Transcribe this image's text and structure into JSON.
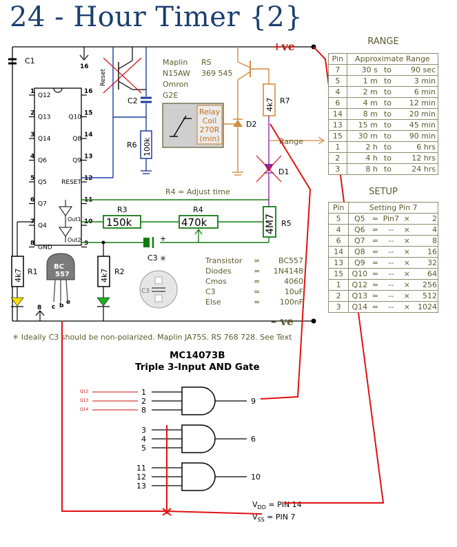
{
  "title": "24 - Hour Timer {2}",
  "power": {
    "pos": "+ve",
    "neg": "– ve"
  },
  "ic_pins": {
    "left": [
      {
        "num": "1",
        "label": "Q12"
      },
      {
        "num": "2",
        "label": "Q13"
      },
      {
        "num": "3",
        "label": "Q14"
      },
      {
        "num": "4",
        "label": "Q6"
      },
      {
        "num": "5",
        "label": "Q5"
      },
      {
        "num": "6",
        "label": "Q7"
      },
      {
        "num": "7",
        "label": "Q4"
      },
      {
        "num": "8",
        "label": "GND"
      }
    ],
    "right": [
      {
        "num": "16",
        "label": ""
      },
      {
        "num": "15",
        "label": "Q10"
      },
      {
        "num": "14",
        "label": "Q8"
      },
      {
        "num": "13",
        "label": "Q9"
      },
      {
        "num": "12",
        "label": "RESET"
      },
      {
        "num": "11",
        "label": ""
      },
      {
        "num": "10",
        "label": ""
      },
      {
        "num": "9",
        "label": ""
      }
    ]
  },
  "components": {
    "c1": "C1",
    "c2": "C2",
    "c3": "C3",
    "c3_mark": "✳",
    "r1": "R1",
    "r1_val": "4k7",
    "r2": "R2",
    "r2_val": "4k7",
    "r3": "R3",
    "r3_val": "150k",
    "r4": "R4",
    "r4_val": "470k",
    "r5": "R5",
    "r5_val": "4M7",
    "r6": "R6",
    "r6_val": "100k",
    "r7": "R7",
    "r7_val": "4k7",
    "d1": "D1",
    "d2": "D2",
    "reset": "Reset",
    "pin16": "16",
    "pin8": "8",
    "out1": "Out1",
    "out2": "Out2",
    "transistor_marking": "BC\n557",
    "tr_pins": [
      "c",
      "b",
      "e"
    ],
    "r4_note": "R4 = Adjust time",
    "range_arrow_label": "Range",
    "relay_text": [
      "Relay",
      "Coil",
      "270R",
      "(min)"
    ],
    "relay_info": [
      {
        "a": "Maplin",
        "b": "RS"
      },
      {
        "a": "N15AW",
        "b": "369 545"
      },
      {
        "a": "Omron",
        "b": ""
      },
      {
        "a": "G2E",
        "b": ""
      }
    ]
  },
  "parts_list": [
    {
      "name": "Transistor",
      "value": "BC557"
    },
    {
      "name": "Diodes",
      "value": "1N4148"
    },
    {
      "name": "Cmos",
      "value": "4060"
    },
    {
      "name": "C3",
      "value": "10uF"
    },
    {
      "name": "Else",
      "value": "100nF"
    }
  ],
  "footnote": "✳  Ideally C3 should be non-polarized. Maplin JA75S. RS 768 728. See Text",
  "range_table": {
    "caption": "RANGE",
    "headers": [
      "Pin",
      "Approximate Range"
    ],
    "rows": [
      [
        "7",
        "30 s",
        "to",
        "90 sec"
      ],
      [
        "5",
        "1 m",
        "to",
        "3 min"
      ],
      [
        "4",
        "2 m",
        "to",
        "6 min"
      ],
      [
        "6",
        "4 m",
        "to",
        "12 min"
      ],
      [
        "14",
        "8 m",
        "to",
        "20 min"
      ],
      [
        "13",
        "15 m",
        "to",
        "45 min"
      ],
      [
        "15",
        "30 m",
        "to",
        "90 min"
      ],
      [
        "1",
        "2 h",
        "to",
        "6 hrs"
      ],
      [
        "2",
        "4 h",
        "to",
        "12 hrs"
      ],
      [
        "3",
        "8 h",
        "to",
        "24 hrs"
      ]
    ]
  },
  "setup_table": {
    "caption": "SETUP",
    "headers": [
      "Pin",
      "Setting Pin 7"
    ],
    "rows": [
      [
        "5",
        "Q5",
        "=",
        "Pin7",
        "×",
        "2"
      ],
      [
        "4",
        "Q6",
        "=",
        "--",
        "×",
        "4"
      ],
      [
        "6",
        "Q7",
        "=",
        "--",
        "×",
        "8"
      ],
      [
        "14",
        "Q8",
        "=",
        "--",
        "×",
        "16"
      ],
      [
        "13",
        "Q9",
        "=",
        "--",
        "×",
        "32"
      ],
      [
        "15",
        "Q10",
        "=",
        "--",
        "×",
        "64"
      ],
      [
        "1",
        "Q12",
        "=",
        "--",
        "×",
        "256"
      ],
      [
        "2",
        "Q13",
        "=",
        "--",
        "×",
        "512"
      ],
      [
        "3",
        "Q14",
        "=",
        "--",
        "×",
        "1024"
      ]
    ]
  },
  "and_gate": {
    "title": "MC14073B",
    "subtitle": "Triple 3-Input AND Gate",
    "inputs": [
      "1",
      "2",
      "8",
      "3",
      "4",
      "5",
      "11",
      "12",
      "13"
    ],
    "outputs": [
      "9",
      "6",
      "10"
    ],
    "input_labels": [
      "Q12",
      "Q13",
      "Q14"
    ],
    "vdd": "V",
    "vdd_sub": "DD",
    "vdd_pin": " = PIN 14",
    "vss": "V",
    "vss_sub": "SS",
    "vss_pin": " = PIN 7"
  },
  "colors": {
    "title": "#1a3f6e",
    "olive": "#5c5a2b",
    "relay": "#d28a3c",
    "wire_red": "#e01010",
    "wire_green": "#117a11",
    "wire_blue": "#1b3a9e",
    "diode_purple": "#8a2ab0"
  }
}
